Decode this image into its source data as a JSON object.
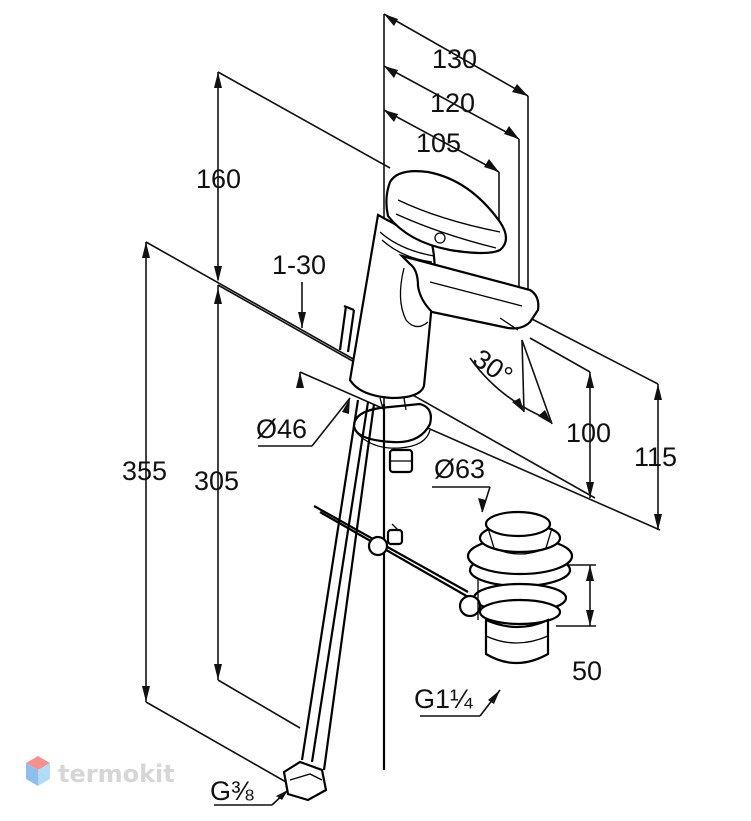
{
  "dimensions": {
    "width_130": "130",
    "width_120": "120",
    "width_105": "105",
    "height_160": "160",
    "range_1_30": "1-30",
    "dia_46": "Ø46",
    "height_355": "355",
    "height_305": "305",
    "dia_63": "Ø63",
    "angle_30": "30°",
    "height_100": "100",
    "height_115": "115",
    "height_50": "50",
    "thread_g114": "G1¼",
    "thread_g38": "G⅜"
  },
  "watermark": {
    "text": "termokit",
    "colors": {
      "top": "#f26b6b",
      "left": "#6aa8e8",
      "right": "#9ad0f5"
    }
  }
}
